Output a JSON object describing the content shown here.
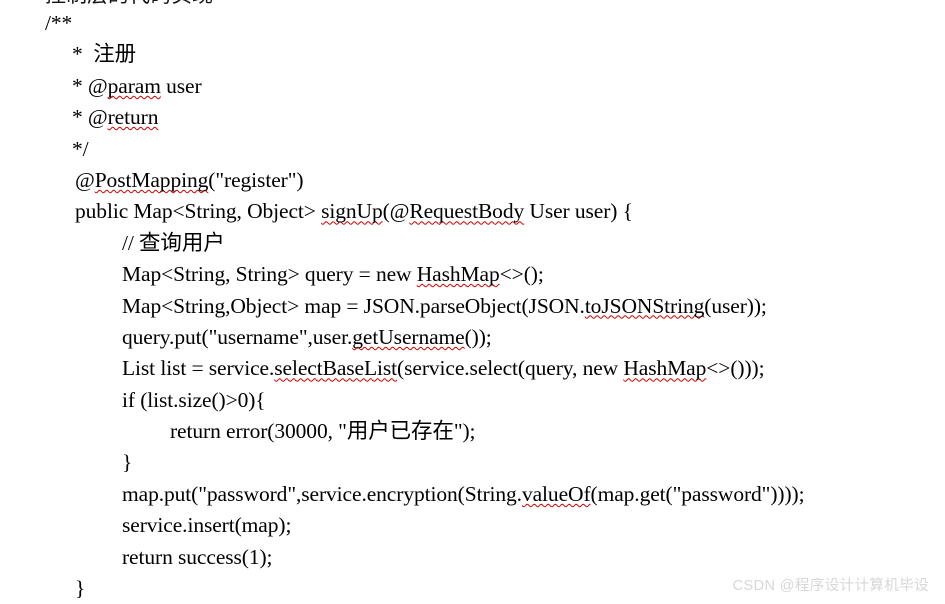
{
  "document": {
    "type": "code-snippet",
    "language": "Java",
    "clipped_top_line": "控制层的代码实现",
    "lines": [
      {
        "indent": "ind-0",
        "segments": [
          {
            "text": "/**"
          }
        ]
      },
      {
        "indent": "ind-s",
        "segments": [
          {
            "text": "*  注册"
          }
        ]
      },
      {
        "indent": "ind-s",
        "segments": [
          {
            "text": "* @"
          },
          {
            "text": "param",
            "spell": true
          },
          {
            "text": " user"
          }
        ]
      },
      {
        "indent": "ind-s",
        "segments": [
          {
            "text": "* @"
          },
          {
            "text": "return",
            "spell": true
          }
        ]
      },
      {
        "indent": "ind-s",
        "segments": [
          {
            "text": "*/"
          }
        ]
      },
      {
        "indent": "ind-1",
        "segments": [
          {
            "text": "@"
          },
          {
            "text": "PostMapping",
            "spell": true
          },
          {
            "text": "(\"register\")"
          }
        ]
      },
      {
        "indent": "ind-1",
        "segments": [
          {
            "text": "public Map<String, Object> "
          },
          {
            "text": "signUp",
            "spell": true
          },
          {
            "text": "(@"
          },
          {
            "text": "RequestBody",
            "spell": true
          },
          {
            "text": " User user) {"
          }
        ]
      },
      {
        "indent": "ind-2",
        "segments": [
          {
            "text": "// 查询用户"
          }
        ]
      },
      {
        "indent": "ind-2",
        "segments": [
          {
            "text": "Map<String, String> query = new "
          },
          {
            "text": "HashMap",
            "spell": true
          },
          {
            "text": "<>();"
          }
        ]
      },
      {
        "indent": "ind-2",
        "segments": [
          {
            "text": "Map<String,Object> map = JSON.parseObject(JSON."
          },
          {
            "text": "toJSONString",
            "spell": true
          },
          {
            "text": "(user));"
          }
        ]
      },
      {
        "indent": "ind-2",
        "segments": [
          {
            "text": "query.put(\"username\",user."
          },
          {
            "text": "getUsername",
            "spell": true
          },
          {
            "text": "());"
          }
        ]
      },
      {
        "indent": "ind-2",
        "segments": [
          {
            "text": "List list = service."
          },
          {
            "text": "selectBaseList",
            "spell": true
          },
          {
            "text": "(service.select(query, new "
          },
          {
            "text": "HashMap",
            "spell": true
          },
          {
            "text": "<>()));"
          }
        ]
      },
      {
        "indent": "ind-2",
        "segments": [
          {
            "text": "if (list.size()>0){"
          }
        ]
      },
      {
        "indent": "ind-3",
        "segments": [
          {
            "text": "return error(30000, \"用户已存在\");"
          }
        ]
      },
      {
        "indent": "ind-2",
        "segments": [
          {
            "text": "}"
          }
        ]
      },
      {
        "indent": "ind-2",
        "segments": [
          {
            "text": "map.put(\"password\",service.encryption(String."
          },
          {
            "text": "valueOf",
            "spell": true
          },
          {
            "text": "(map.get(\"password\"))));"
          }
        ]
      },
      {
        "indent": "ind-2",
        "segments": [
          {
            "text": "service.insert(map);"
          }
        ]
      },
      {
        "indent": "ind-2",
        "segments": [
          {
            "text": "return success(1);"
          }
        ]
      },
      {
        "indent": "ind-1",
        "segments": [
          {
            "text": "}"
          }
        ]
      }
    ]
  },
  "watermark": {
    "text": "CSDN @程序设计计算机毕设"
  },
  "colors": {
    "text": "#000000",
    "background": "#ffffff",
    "spellcheck_underline": "#cc0000",
    "watermark": "#d7d7d7"
  }
}
